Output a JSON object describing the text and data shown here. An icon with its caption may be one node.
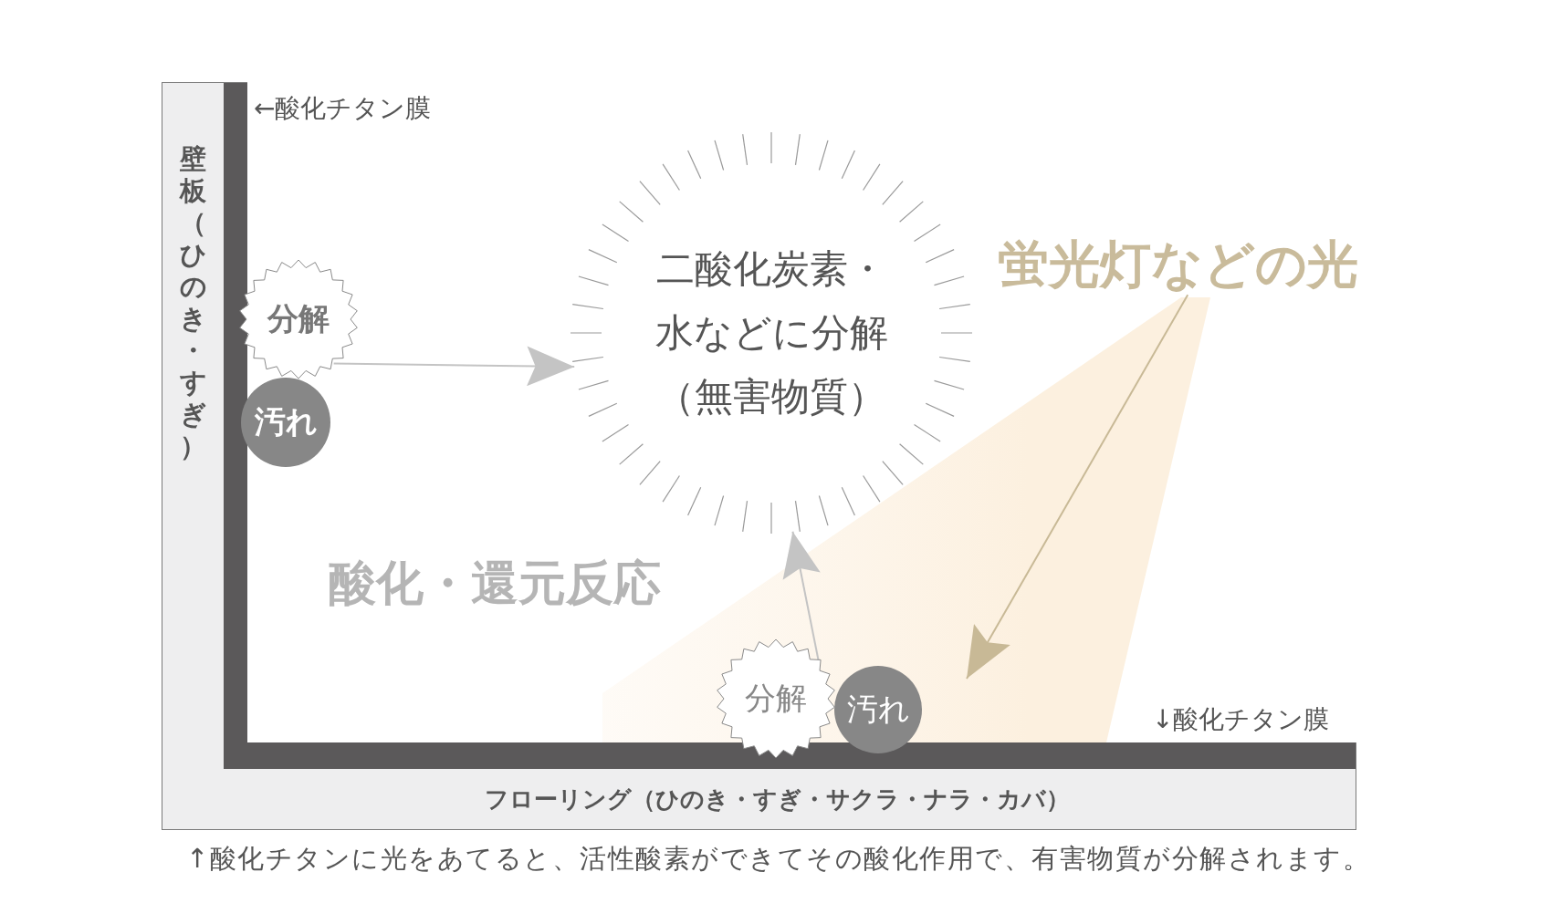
{
  "diagram": {
    "caption": "↑酸化チタンに光をあてると、活性酸素ができてその酸化作用で、有害物質が分解されます。",
    "nodes": [
      {
        "text": [
          "壁板（ひのき・すぎ）"
        ],
        "beside": [
          "←酸化チタン膜"
        ]
      },
      {
        "text": [
          "分解"
        ]
      },
      {
        "text": [
          "汚れ"
        ]
      },
      {
        "text": [
          "二酸化炭素・水などに分解（無害物質）"
        ]
      },
      {
        "text": [
          "蛍光灯などの光"
        ]
      },
      {
        "text": [
          "分解"
        ]
      },
      {
        "text": [
          "汚れ"
        ]
      },
      {
        "text": [
          "フローリング（ひのき・すぎ・サクラ・ナラ・カバ）"
        ],
        "beside": [
          "↓酸化チタン膜"
        ]
      }
    ],
    "edges": [
      {
        "from": 1,
        "to": 3,
        "arrow": "to"
      },
      {
        "from": 5,
        "to": 3,
        "arrow": "to"
      },
      {
        "from": 4,
        "to": null,
        "arrow": "to",
        "color": "#c8b996"
      }
    ],
    "labels": [
      "酸化・還元反応"
    ]
  }
}
